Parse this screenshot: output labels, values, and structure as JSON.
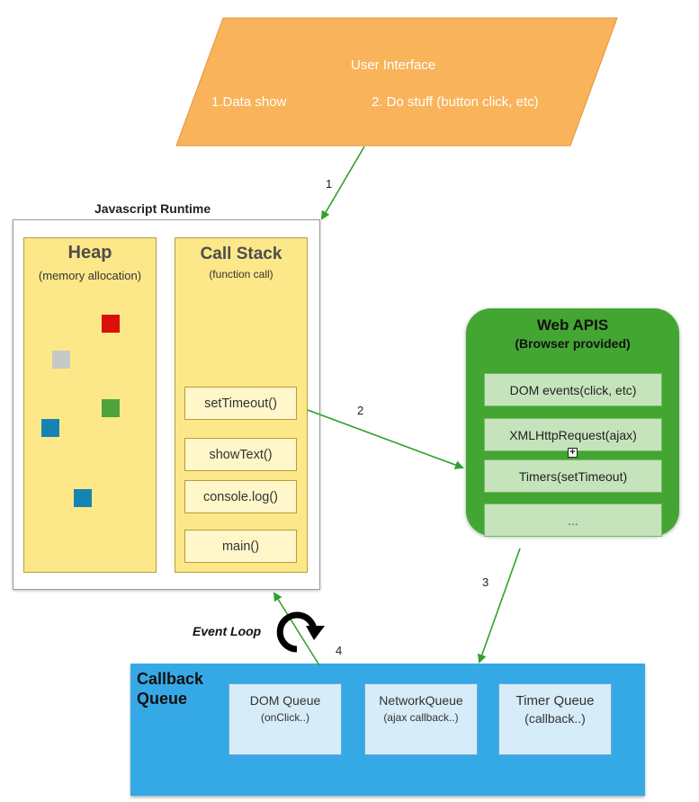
{
  "user_interface": {
    "title": "User Interface",
    "item1": "1.Data show",
    "item2": "2. Do stuff (button click, etc)"
  },
  "runtime": {
    "title": "Javascript Runtime",
    "heap": {
      "title": "Heap",
      "subtitle": "(memory allocation)"
    },
    "call_stack": {
      "title": "Call Stack",
      "subtitle": "(function call)",
      "frames": [
        "setTimeout()",
        "showText()",
        "console.log()",
        "main()"
      ]
    }
  },
  "web_apis": {
    "title": "Web APIS",
    "subtitle": "(Browser provided)",
    "items": [
      "DOM events(click, etc)",
      "XMLHttpRequest(ajax)",
      "Timers(setTimeout)",
      "..."
    ]
  },
  "callback_queue": {
    "title": "Callback Queue",
    "queues": [
      {
        "label": "DOM Queue",
        "sub": "(onClick..)"
      },
      {
        "label": "NetworkQueue",
        "sub": "(ajax callback..)"
      },
      {
        "label": "Timer Queue",
        "sub": "(callback..)"
      }
    ]
  },
  "arrows": {
    "step1": "1",
    "step2": "2",
    "step3": "3",
    "step4": "4",
    "event_loop": "Event Loop"
  },
  "colors": {
    "ui_orange": "#f9b35a",
    "heap_yellow": "#fce889",
    "web_api_green": "#43a632",
    "queue_blue": "#35a9e6",
    "arrow_green": "#2fa12a"
  }
}
